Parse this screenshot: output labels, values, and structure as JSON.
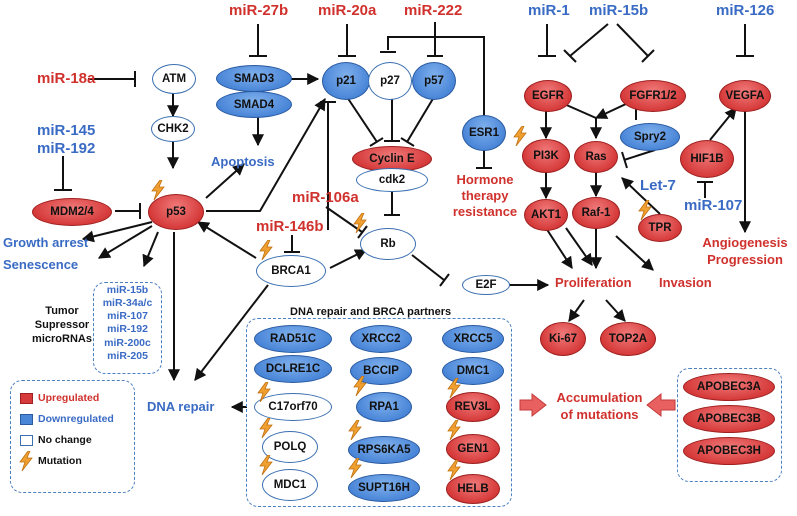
{
  "title": "DNA repair and BRCA partners",
  "colors": {
    "upregulated": "#d63a3a",
    "downregulated": "#4a86d8",
    "no_change": "#ffffff",
    "mutation": "#f0a030",
    "mir_red": "#d0312d",
    "mir_blue": "#3a6bc4"
  },
  "mirnas": {
    "mir18a": "miR-18a",
    "mir27b": "miR-27b",
    "mir20a": "miR-20a",
    "mir222": "miR-222",
    "mir1": "miR-1",
    "mir15b": "miR-15b",
    "mir126": "miR-126",
    "mir145": "miR-145",
    "mir192": "miR-192",
    "mir106a": "miR-106a",
    "mir146b": "miR-146b",
    "let7": "Let-7",
    "mir107": "miR-107"
  },
  "nodes": {
    "atm": "ATM",
    "chk2": "CHK2",
    "smad3": "SMAD3",
    "smad4": "SMAD4",
    "p21": "p21",
    "p27": "p27",
    "p57": "p57",
    "esr1": "ESR1",
    "egfr": "EGFR",
    "fgfr": "FGFR1/2",
    "vegfa": "VEGFA",
    "mdm2": "MDM2/4",
    "p53": "p53",
    "cyclin_e": "Cyclin E",
    "cdk2": "cdk2",
    "pi3k": "PI3K",
    "ras": "Ras",
    "spry2": "Spry2",
    "hif1b": "HIF1B",
    "akt1": "AKT1",
    "raf1": "Raf-1",
    "tpr": "TPR",
    "rb": "Rb",
    "brca1": "BRCA1",
    "e2f": "E2F",
    "ki67": "Ki-67",
    "top2a": "TOP2A",
    "rad51c": "RAD51C",
    "xrcc2": "XRCC2",
    "xrcc5": "XRCC5",
    "dclre1c": "DCLRE1C",
    "bccip": "BCCIP",
    "dmc1": "DMC1",
    "c17orf70": "C17orf70",
    "rpa1": "RPA1",
    "rev3l": "REV3L",
    "polq": "POLQ",
    "rps6ka5": "RPS6KA5",
    "gen1": "GEN1",
    "mdc1": "MDC1",
    "supt16h": "SUPT16H",
    "helb": "HELB",
    "apobec3a": "APOBEC3A",
    "apobec3b": "APOBEC3B",
    "apobec3h": "APOBEC3H"
  },
  "outcomes": {
    "apoptosis": "Apoptosis",
    "hormone_1": "Hormone",
    "hormone_2": "therapy",
    "hormone_3": "resistance",
    "angio_1": "Angiogenesis",
    "angio_2": "Progression",
    "growth_arrest": "Growth arrest",
    "senescence": "Senescence",
    "proliferation": "Proliferation",
    "invasion": "Invasion",
    "dna_repair": "DNA repair",
    "accum_1": "Accumulation",
    "accum_2": "of mutations"
  },
  "tumor_suppressor": {
    "line1": "Tumor",
    "line2": "Supressor",
    "line3": "microRNAs"
  },
  "tumor_suppressor_list": [
    "miR-15b",
    "miR-34a/c",
    "miR-107",
    "miR-192",
    "miR-200c",
    "miR-205"
  ],
  "legend": {
    "upregulated": "Upregulated",
    "downregulated": "Downregulated",
    "no_change": "No change",
    "mutation": "Mutation"
  }
}
